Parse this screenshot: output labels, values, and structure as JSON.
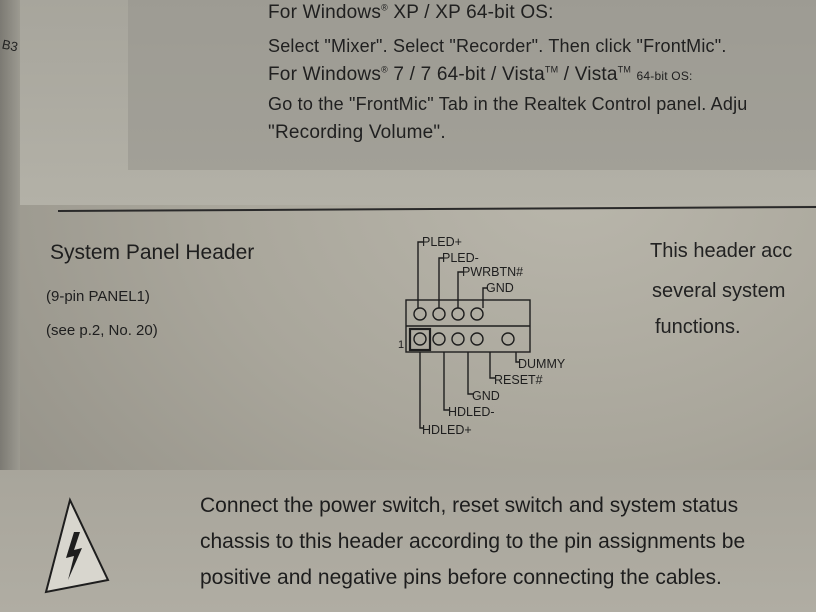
{
  "top_instructions": {
    "line1_a": "For Windows",
    "line1_b": "XP / XP 64-bit OS:",
    "line2": "Select \"Mixer\". Select \"Recorder\". Then click \"FrontMic\".",
    "line3_a": "For Windows",
    "line3_b": "7 / 7 64-bit / Vista",
    "line3_c": "/ Vista",
    "line3_d": "64-bit OS:",
    "line4": "Go to the \"FrontMic\" Tab in the Realtek Control panel. Adju",
    "line5": "\"Recording Volume\".",
    "reg": "®",
    "tm": "TM"
  },
  "side_letter": "B3",
  "section": {
    "title": "System Panel Header",
    "subtitle": "(9-pin PANEL1)",
    "ref": "(see p.2,  No. 20)"
  },
  "pin_labels": {
    "top": [
      "PLED+",
      "PLED-",
      "PWRBTN#",
      "GND"
    ],
    "bottom": [
      "DUMMY",
      "RESET#",
      "GND",
      "HDLED-",
      "HDLED+"
    ],
    "pin1": "1"
  },
  "right_text": [
    "This header acc",
    "several system",
    "functions."
  ],
  "notice": [
    "Connect the power switch, reset switch and system status",
    "chassis to this header according to the pin assignments be",
    "positive and negative pins before connecting the cables."
  ],
  "colors": {
    "paper": "#aaa79d",
    "ink": "#1e1e1e"
  },
  "icons": {
    "warning": "warning-triangle-icon"
  }
}
